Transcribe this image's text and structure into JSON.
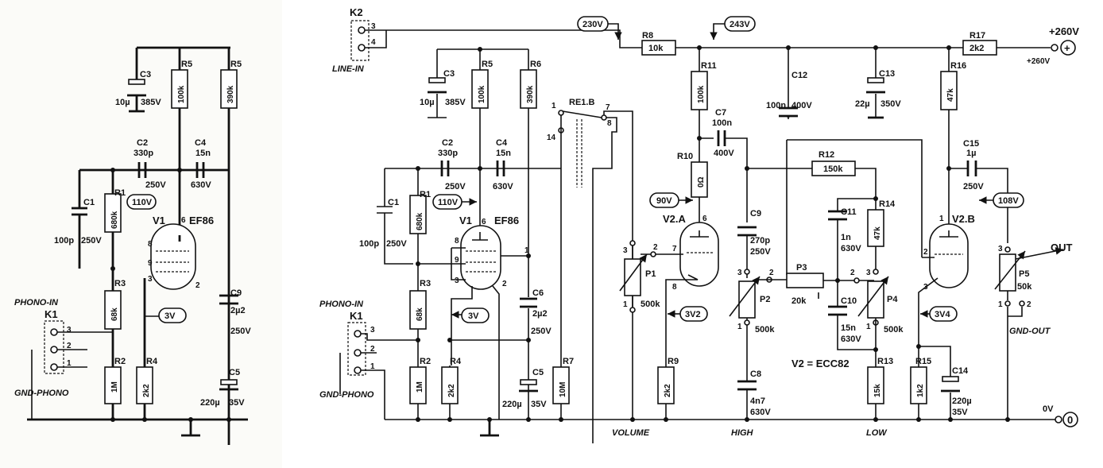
{
  "left": {
    "C3": {
      "name": "C3",
      "value": "10µ",
      "voltage": "385V"
    },
    "R5a": {
      "name": "R5",
      "value": "100k"
    },
    "R5b": {
      "name": "R5",
      "value": "390k"
    },
    "C2": {
      "name": "C2",
      "value": "330p",
      "voltage": "250V"
    },
    "C4": {
      "name": "C4",
      "value": "15n",
      "voltage": "630V"
    },
    "C1": {
      "name": "C1",
      "value": "100p",
      "voltage": "250V"
    },
    "R1": {
      "name": "R1",
      "value": "680k"
    },
    "V1": {
      "name": "V1",
      "type": "EF86"
    },
    "v110": "110V",
    "v3": "3V",
    "R3": {
      "name": "R3",
      "value": "68k"
    },
    "R2": {
      "name": "R2",
      "value": "1M"
    },
    "R4": {
      "name": "R4",
      "value": "2k2"
    },
    "C9": {
      "name": "C9",
      "value": "2µ2",
      "voltage": "250V"
    },
    "C5": {
      "name": "C5",
      "value": "220µ",
      "voltage": "35V"
    },
    "K1": "K1",
    "phono_in": "PHONO-IN",
    "gnd_phono": "GND-PHONO",
    "pins": [
      "1",
      "2",
      "3",
      "6",
      "8",
      "9",
      "3",
      "2"
    ]
  },
  "right": {
    "K2": "K2",
    "line_in": "LINE-IN",
    "K1": "K1",
    "phono_in": "PHONO-IN",
    "gnd_phono": "GND-PHONO",
    "v230": "230V",
    "v243": "243V",
    "v110": "110V",
    "v90": "90V",
    "v3": "3V",
    "v3v2": "3V2",
    "v3v4": "3V4",
    "v108": "108V",
    "supply": "+260V",
    "supply_small": "+260V",
    "zero": "0V",
    "out": "OUT",
    "gnd_out": "GND-OUT",
    "volume": "VOLUME",
    "high": "HIGH",
    "low": "LOW",
    "v2_type": "V2 = ECC82",
    "relay": "RE1.B",
    "R8": {
      "name": "R8",
      "value": "10k"
    },
    "R17": {
      "name": "R17",
      "value": "2k2"
    },
    "R11": {
      "name": "R11",
      "value": "100k"
    },
    "R16": {
      "name": "R16",
      "value": "47k"
    },
    "C12": {
      "name": "C12",
      "value": "100n",
      "voltage": "400V"
    },
    "C13": {
      "name": "C13",
      "value": "22µ",
      "voltage": "350V"
    },
    "C3": {
      "name": "C3",
      "value": "10µ",
      "voltage": "385V"
    },
    "R5": {
      "name": "R5",
      "value": "100k"
    },
    "R6": {
      "name": "R6",
      "value": "390k"
    },
    "C2": {
      "name": "C2",
      "value": "330p",
      "voltage": "250V"
    },
    "C4": {
      "name": "C4",
      "value": "15n",
      "voltage": "630V"
    },
    "C1": {
      "name": "C1",
      "value": "100p",
      "voltage": "250V"
    },
    "R1": {
      "name": "R1",
      "value": "680k"
    },
    "V1": {
      "name": "V1",
      "type": "EF86"
    },
    "R3": {
      "name": "R3",
      "value": "68k"
    },
    "R2": {
      "name": "R2",
      "value": "1M"
    },
    "R4": {
      "name": "R4",
      "value": "2k2"
    },
    "C6": {
      "name": "C6",
      "value": "2µ2",
      "voltage": "250V"
    },
    "C5": {
      "name": "C5",
      "value": "220µ",
      "voltage": "35V"
    },
    "R7": {
      "name": "R7",
      "value": "10M"
    },
    "C7": {
      "name": "C7",
      "value": "100n",
      "voltage": "400V"
    },
    "R10": {
      "name": "R10",
      "value": "0Ω"
    },
    "V2A": "V2.A",
    "V2B": "V2.B",
    "P1": {
      "name": "P1",
      "value": "500k"
    },
    "R9": {
      "name": "R9",
      "value": "2k2"
    },
    "C9": {
      "name": "C9",
      "value": "270p",
      "voltage": "250V"
    },
    "P2": {
      "name": "P2",
      "value": "500k"
    },
    "C8": {
      "name": "C8",
      "value": "4n7",
      "voltage": "630V"
    },
    "R12": {
      "name": "R12",
      "value": "150k"
    },
    "C11": {
      "name": "C11",
      "value": "1n",
      "voltage": "630V"
    },
    "R14": {
      "name": "R14",
      "value": "47k"
    },
    "P3": {
      "name": "P3",
      "value": "20k"
    },
    "C10": {
      "name": "C10",
      "value": "15n",
      "voltage": "630V"
    },
    "P4": {
      "name": "P4",
      "value": "500k"
    },
    "R13": {
      "name": "R13",
      "value": "15k"
    },
    "R15": {
      "name": "R15",
      "value": "1k2"
    },
    "C14": {
      "name": "C14",
      "value": "220µ",
      "voltage": "35V"
    },
    "C15": {
      "name": "C15",
      "value": "1µ",
      "voltage": "250V"
    },
    "P5": {
      "name": "P5",
      "value": "50k"
    },
    "pins": [
      "3",
      "4",
      "1",
      "7",
      "8",
      "14",
      "6",
      "8",
      "9",
      "3",
      "2",
      "6",
      "7",
      "8",
      "1",
      "2",
      "3",
      "1",
      "2",
      "3",
      "2",
      "3",
      "1",
      "3",
      "1",
      "2",
      "3",
      "1",
      "2"
    ]
  }
}
